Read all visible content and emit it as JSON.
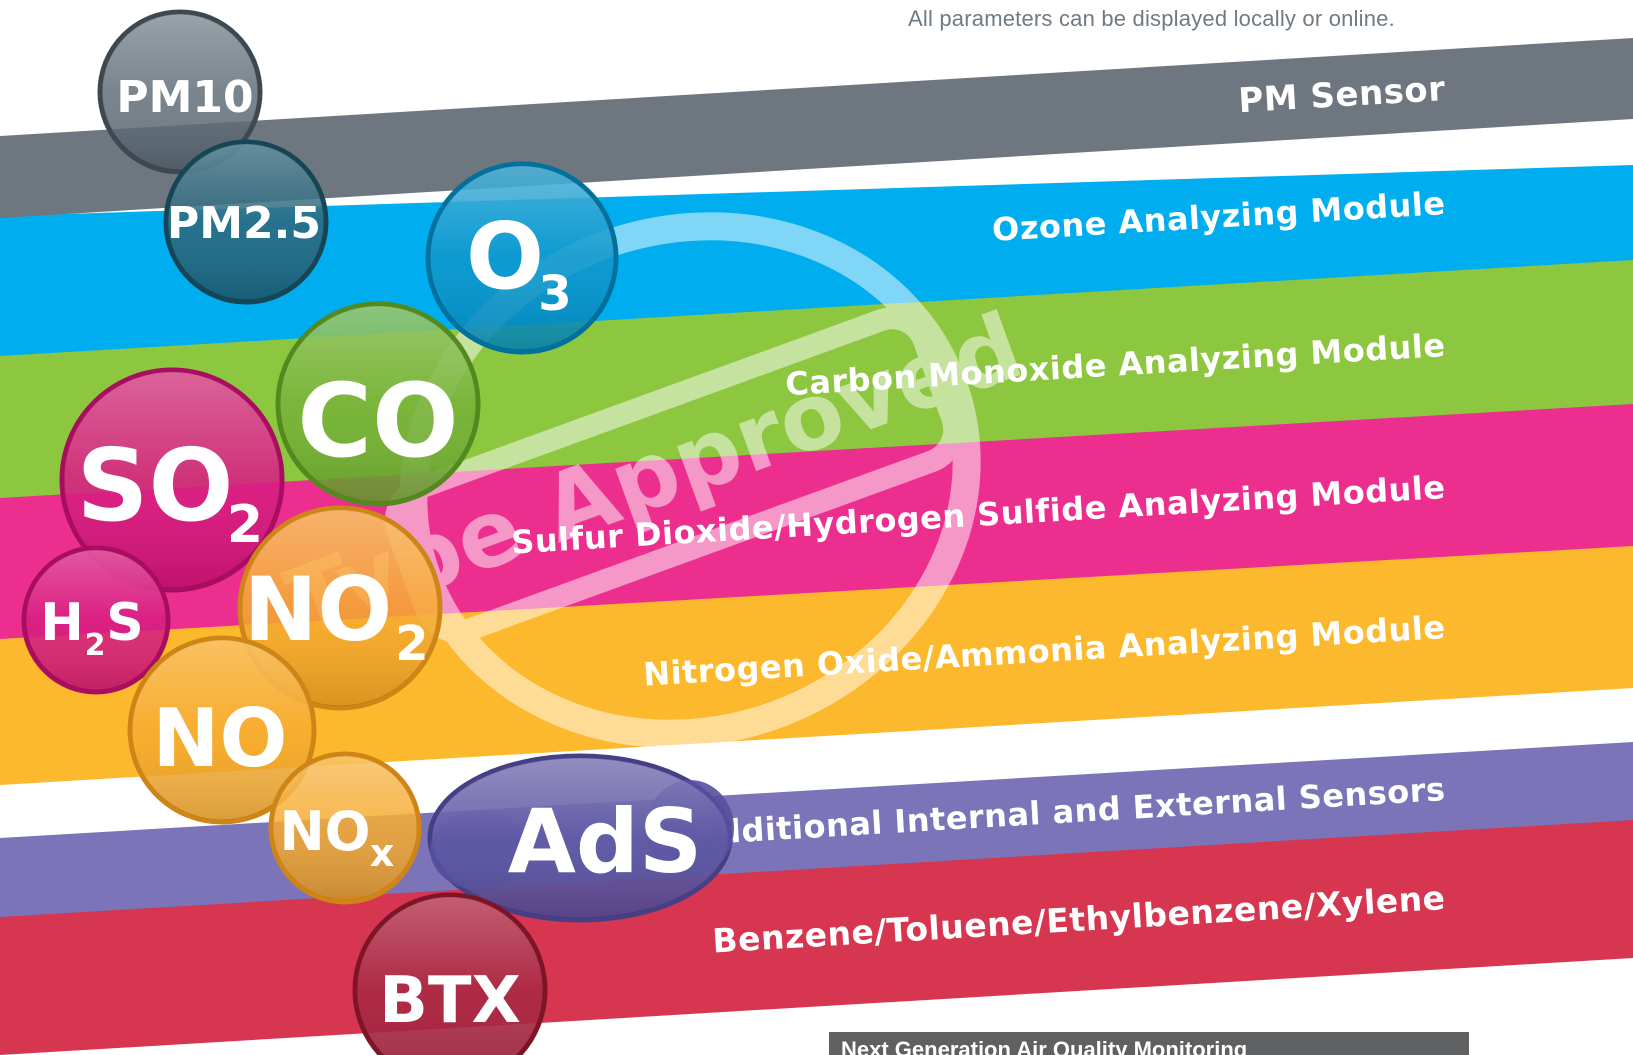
{
  "note": "All parameters can be displayed locally or online.",
  "bands": [
    {
      "label": "PM Sensor",
      "color": "#6e7680"
    },
    {
      "label": "Ozone Analyzing Module",
      "color": "#00aeef"
    },
    {
      "label": "Carbon Monoxide Analyzing Module",
      "color": "#8dc63f"
    },
    {
      "label": "Sulfur Dioxide/Hydrogen Sulfide Analyzing Module",
      "color": "#ec2f8f"
    },
    {
      "label": "Nitrogen Oxide/Ammonia Analyzing Module",
      "color": "#fdb92d"
    },
    {
      "label": "Additional Internal and External Sensors",
      "color": "#7b74b8"
    },
    {
      "label": "Benzene/Toluene/Ethylbenzene/Xylene",
      "color": "#d6364f"
    }
  ],
  "molecules": {
    "pm10": "PM10",
    "pm25": "PM2.5",
    "o3": "O",
    "o3_sub": "3",
    "co": "CO",
    "so2": "SO",
    "so2_sub": "2",
    "h2s_h": "H",
    "h2s_sub": "2",
    "h2s_s": "S",
    "no2": "NO",
    "no2_sub": "2",
    "no": "NO",
    "nox": "NO",
    "nox_sub": "x",
    "ads": "AdS",
    "btx": "BTX"
  },
  "stamp": {
    "text": "Type Approved",
    "color": "#ffffff"
  },
  "footer": {
    "text": "Next Generation Air Quality Monitoring"
  }
}
